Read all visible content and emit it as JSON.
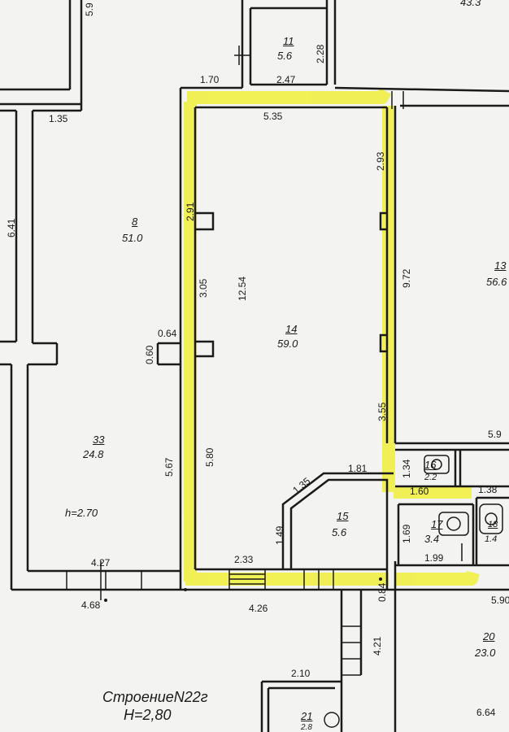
{
  "building": {
    "name": "СтроениеN22г",
    "height": "H=2,80"
  },
  "highlight_color": "#f0ef3a",
  "rooms": [
    {
      "id": "11",
      "area": "5.6"
    },
    {
      "id": "8",
      "area": "51.0"
    },
    {
      "id": "14",
      "area": "59.0"
    },
    {
      "id": "13",
      "area": "56.6"
    },
    {
      "id": "33",
      "area": "24.8",
      "height": "h=2.70"
    },
    {
      "id": "15",
      "area": "5.6"
    },
    {
      "id": "16",
      "area": "2.2"
    },
    {
      "id": "17",
      "area": "3.4"
    },
    {
      "id": "18",
      "area": "1.4"
    },
    {
      "id": "20",
      "area": "23.0"
    },
    {
      "id": "21",
      "area": "2.8"
    }
  ],
  "partial_labels": {
    "top_right_area": "43.3",
    "top_left_dim": "5.9"
  },
  "dimensions": {
    "d170": "1.70",
    "d247": "2.47",
    "d228": "2.28",
    "d535": "5.35",
    "d135a": "1.35",
    "d641": "6.41",
    "d293": "2.93",
    "d291": "2.91",
    "d305": "3.05",
    "d1254": "12.54",
    "d972": "9.72",
    "d064": "0.64",
    "d060": "0.60",
    "d355": "3.55",
    "d580": "5.80",
    "d567": "5.67",
    "d181": "1.81",
    "d135b": "1.35",
    "d134": "1.34",
    "d160": "1.60",
    "d138": "1.38",
    "d149": "1.49",
    "d169": "1.69",
    "d199": "1.99",
    "d233": "2.33",
    "d427": "4.27",
    "d468": "4.68",
    "d426": "4.26",
    "d084": "0.84",
    "d421": "4.21",
    "d590a": "5.90",
    "d590b": "5.9",
    "d210": "2.10",
    "d664": "6.64"
  }
}
